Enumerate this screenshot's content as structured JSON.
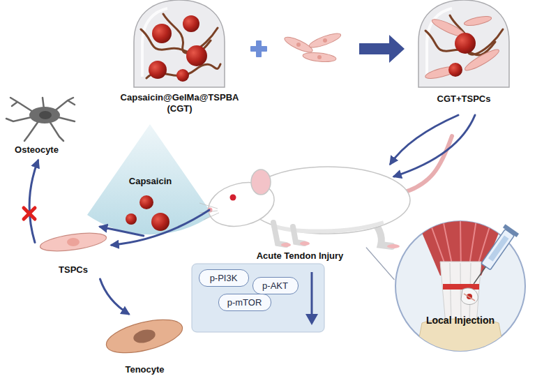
{
  "diagram": {
    "nodes": [
      {
        "text": [
          "Capsaicin@GelMa@TSPBA (CGT)"
        ]
      },
      {
        "text": [
          "CGT+TSPCs"
        ]
      },
      {
        "text": [
          "Capsaicin"
        ]
      },
      {
        "text": [
          "Acute Tendon Injury"
        ]
      },
      {
        "text": [
          "Local Injection"
        ]
      },
      {
        "text": [
          "Osteocyte"
        ]
      },
      {
        "text": [
          "TSPCs"
        ]
      },
      {
        "text": [
          "Tenocyte"
        ]
      },
      {
        "text": [
          "p-PI3K"
        ]
      },
      {
        "text": [
          "p-AKT"
        ]
      },
      {
        "text": [
          "p-mTOR"
        ]
      }
    ],
    "edges": [
      {
        "from": 1,
        "to": 3,
        "arrow": "to"
      },
      {
        "from": 1,
        "to": 3,
        "arrow": "to"
      },
      {
        "from": 3,
        "to": 6,
        "arrow": "to"
      },
      {
        "from": 2,
        "to": 6,
        "arrow": "to"
      },
      {
        "from": 6,
        "to": 5,
        "arrow": "to"
      },
      {
        "from": 6,
        "to": 7,
        "arrow": "to"
      },
      {
        "from": 3,
        "to": 4,
        "arrow": "none"
      }
    ]
  }
}
